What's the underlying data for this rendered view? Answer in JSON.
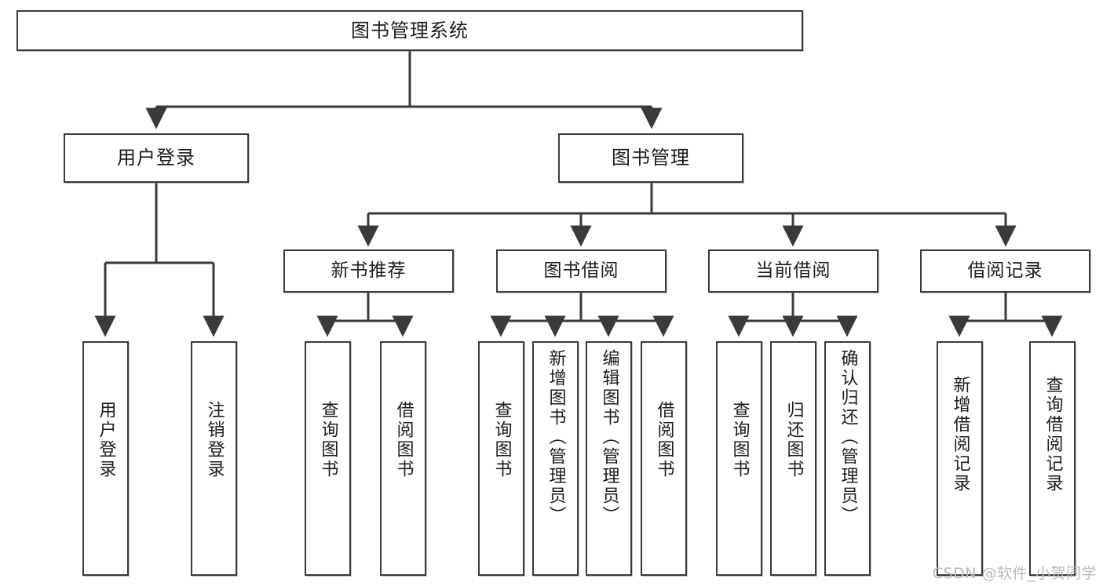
{
  "diagram": {
    "title": "图书管理系统",
    "type": "tree-hierarchy-diagram",
    "colors": {
      "box_border": "#3a3a3a",
      "box_fill": "#ffffff",
      "edge": "#3a3a3a",
      "text": "#1c1c1c",
      "watermark": "#b9b9b9",
      "background": "#ffffff"
    },
    "root": {
      "label": "图书管理系统"
    },
    "level1": [
      {
        "id": "user-login",
        "label": "用户登录"
      },
      {
        "id": "book-management",
        "label": "图书管理"
      }
    ],
    "level2": [
      {
        "id": "new-book-recommend",
        "label": "新书推荐"
      },
      {
        "id": "book-borrow",
        "label": "图书借阅"
      },
      {
        "id": "current-borrow",
        "label": "当前借阅"
      },
      {
        "id": "borrow-record",
        "label": "借阅记录"
      }
    ],
    "leaves": {
      "user_login": [
        {
          "id": "leaf-user-login",
          "label": "用户登录"
        },
        {
          "id": "leaf-logout",
          "label": "注销登录"
        }
      ],
      "new_book_recommend": [
        {
          "id": "leaf-query-book-1",
          "label": "查询图书"
        },
        {
          "id": "leaf-borrow-book-1",
          "label": "借阅图书"
        }
      ],
      "book_borrow": [
        {
          "id": "leaf-query-book-2",
          "label": "查询图书"
        },
        {
          "id": "leaf-add-book",
          "label": "新增图书（管理员）"
        },
        {
          "id": "leaf-edit-book",
          "label": "编辑图书（管理员）"
        },
        {
          "id": "leaf-borrow-book-2",
          "label": "借阅图书"
        }
      ],
      "current_borrow": [
        {
          "id": "leaf-query-book-3",
          "label": "查询图书"
        },
        {
          "id": "leaf-return-book",
          "label": "归还图书"
        },
        {
          "id": "leaf-confirm-return",
          "label": "确认归还（管理员）"
        }
      ],
      "borrow_record": [
        {
          "id": "leaf-add-record",
          "label": "新增借阅记录"
        },
        {
          "id": "leaf-query-record",
          "label": "查询借阅记录"
        }
      ]
    }
  },
  "watermark": {
    "text": "CSDN @软件_小贺同学"
  }
}
